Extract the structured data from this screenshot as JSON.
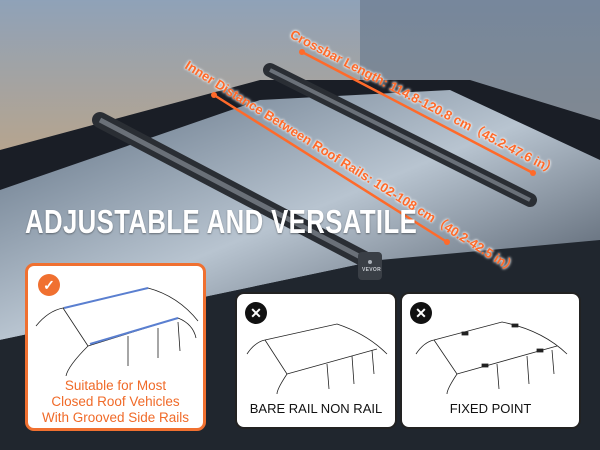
{
  "headline": "ADJUSTABLE AND VERSATILE",
  "dimensions": {
    "crossbar_length": "Crossbar Length:  114.8-120.8 cm（45.2-47.6 in）",
    "inner_distance": "Inner Distance Between Roof Rails:  102-108 cm（40.2-42.5 in）"
  },
  "brand_mark": "VEVOR",
  "cards": [
    {
      "status": "compatible",
      "icon": "check-icon",
      "caption_lines": [
        "Suitable for Most",
        "Closed Roof Vehicles",
        "With Grooved Side Rails"
      ]
    },
    {
      "status": "incompatible",
      "icon": "x-icon",
      "caption": "BARE RAIL NON RAIL"
    },
    {
      "status": "incompatible",
      "icon": "x-icon",
      "caption": "FIXED POINT"
    }
  ],
  "colors": {
    "accent": "#f07030",
    "text_orange": "#ff6a2a"
  }
}
